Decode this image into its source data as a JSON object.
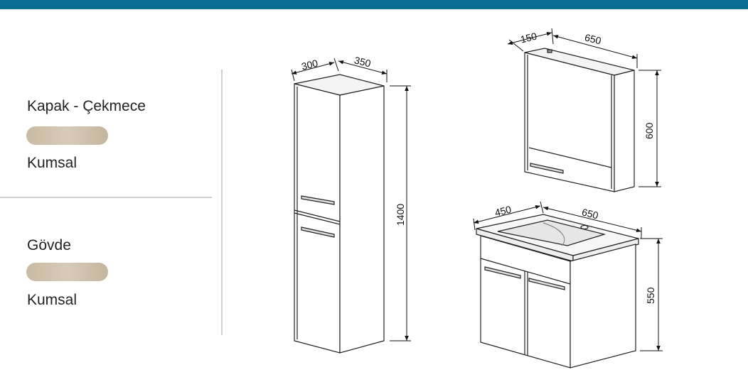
{
  "header": {
    "bar_color": "#0a6e93"
  },
  "legend": {
    "door_drawer": {
      "title": "Kapak - Çekmece",
      "finish": "Kumsal",
      "swatch_color": "#cfc1ab"
    },
    "body": {
      "title": "Gövde",
      "finish": "Kumsal",
      "swatch_color": "#cfc1ab"
    }
  },
  "dimensions": {
    "tall_cabinet": {
      "depth": "300",
      "width": "350",
      "height": "1400"
    },
    "mirror_cabinet": {
      "depth": "150",
      "width": "650",
      "height": "600"
    },
    "vanity_unit": {
      "depth": "450",
      "width": "650",
      "height": "550"
    }
  }
}
